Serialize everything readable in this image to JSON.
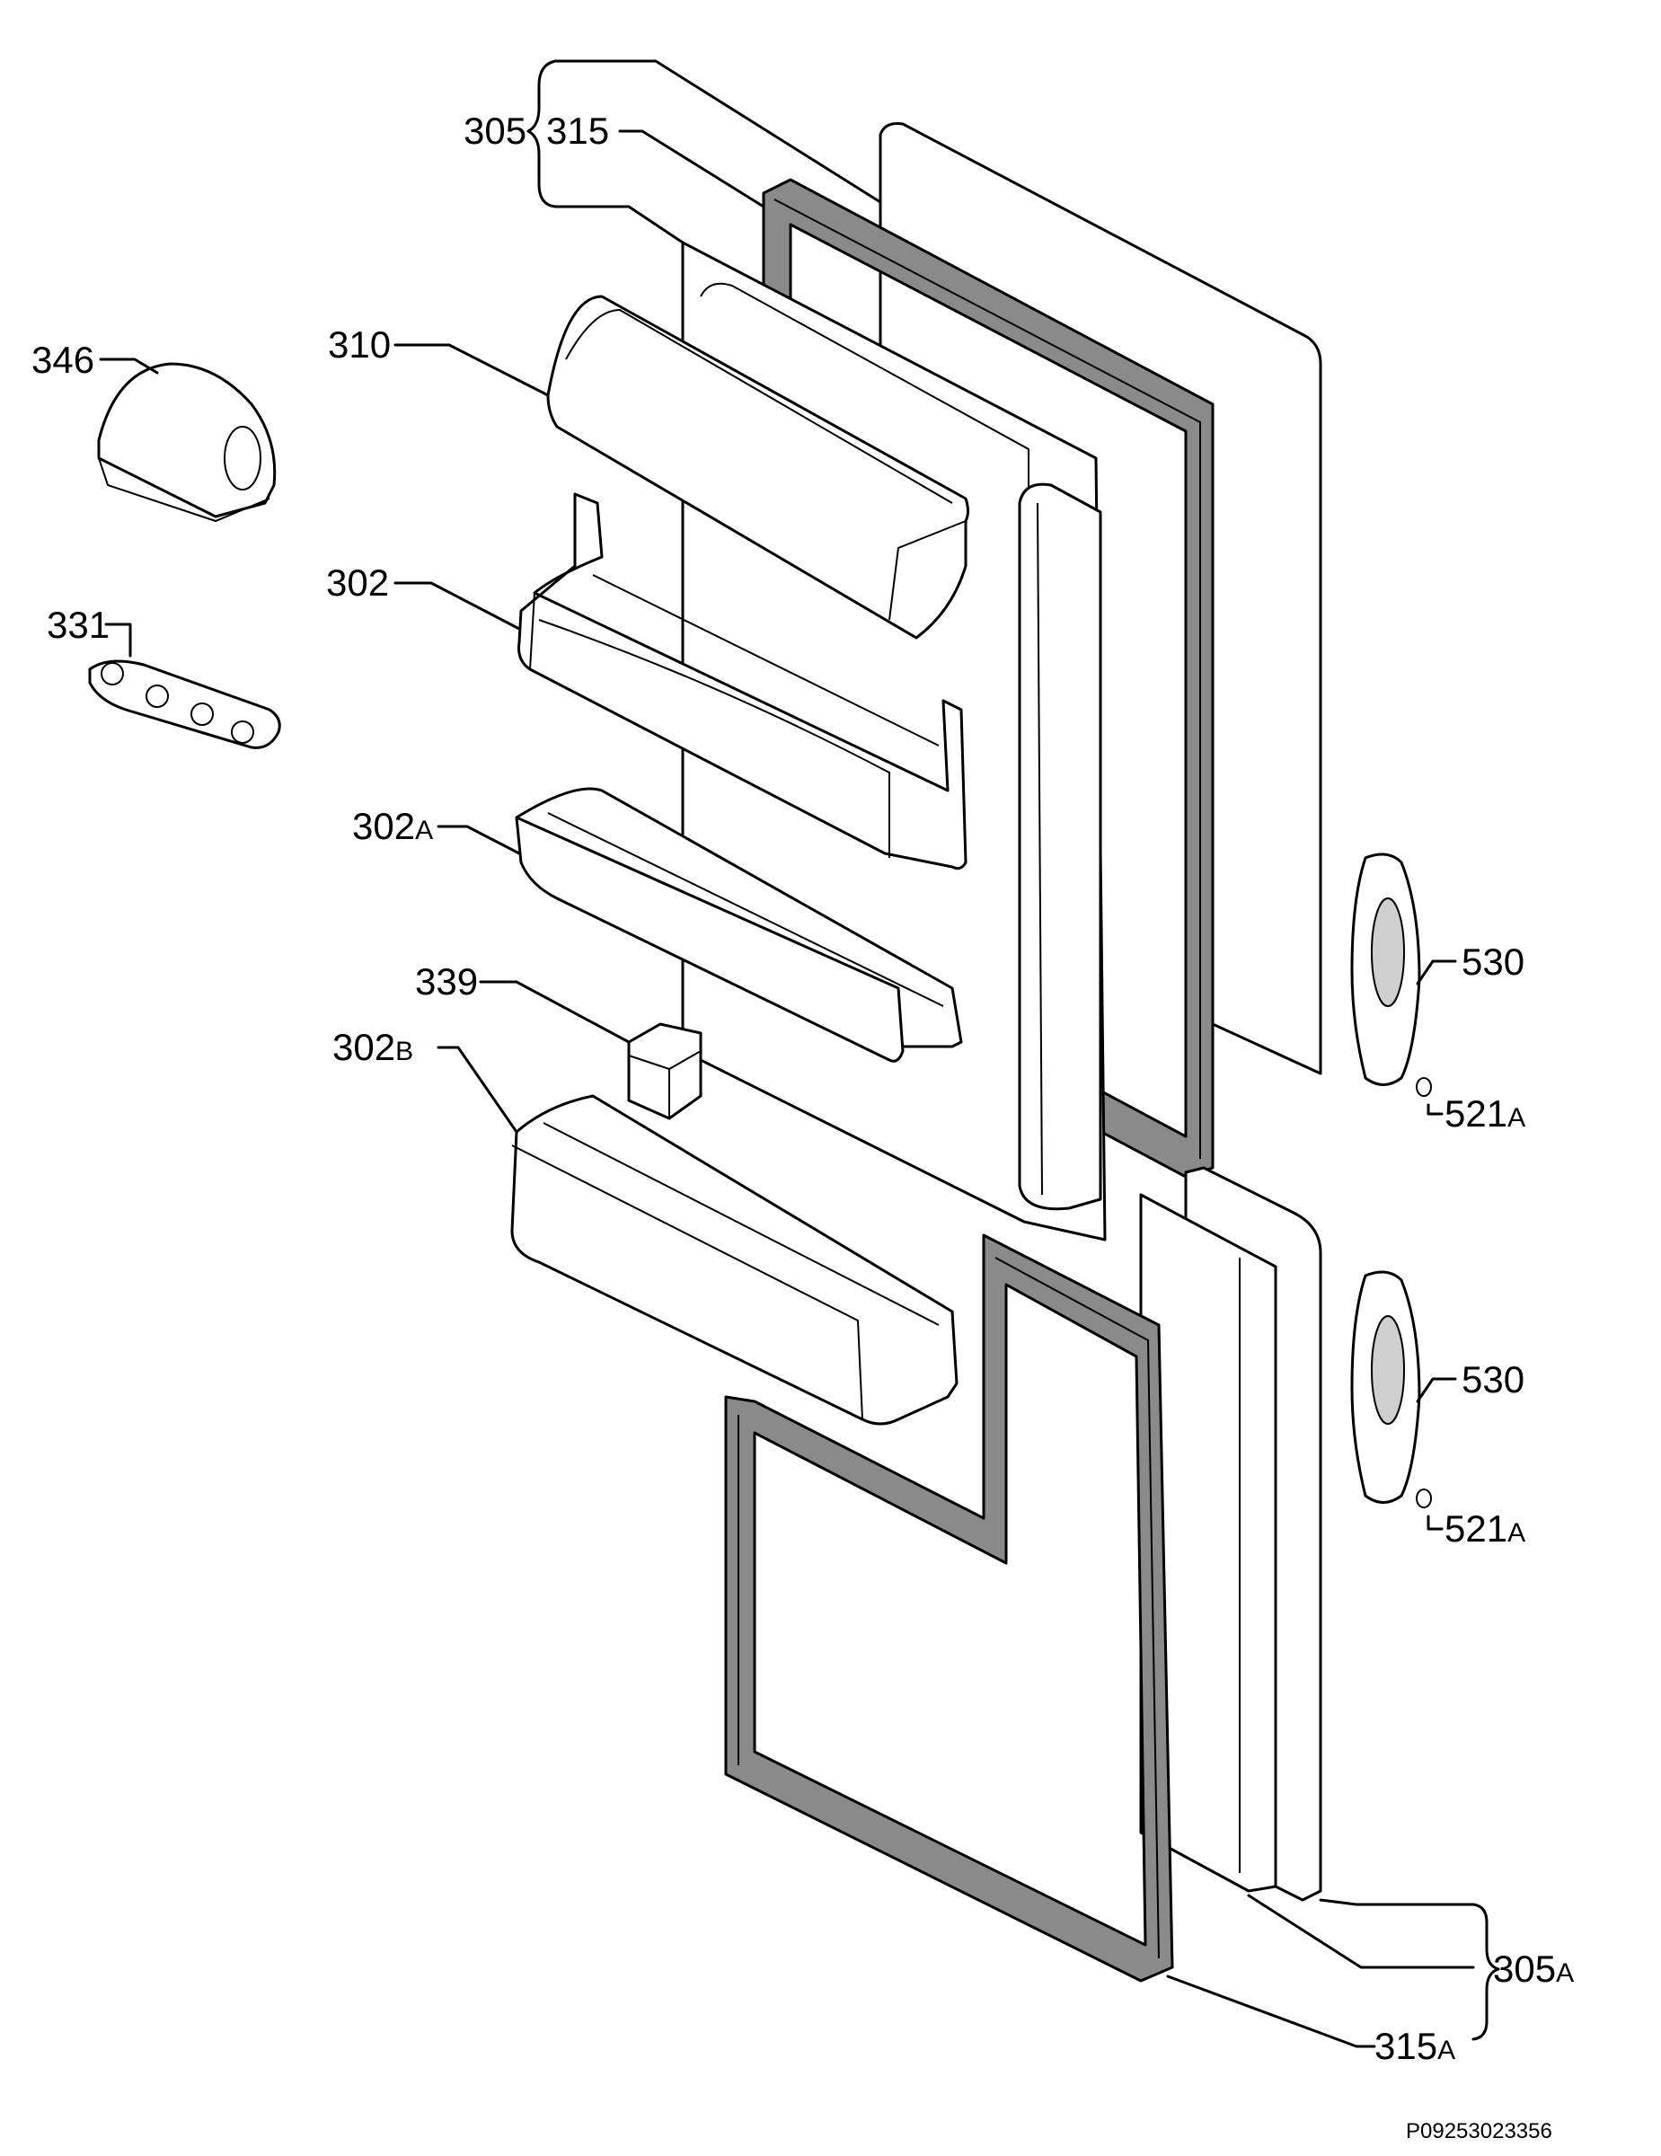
{
  "labels": {
    "l305": "305",
    "l315": "315",
    "l346": "346",
    "l310": "310",
    "l302": "302",
    "l331": "331",
    "l302A": "302",
    "l302A_sub": "A",
    "l339": "339",
    "l302B": "302",
    "l302B_sub": "B",
    "l530a": "530",
    "l521Aa": "521",
    "l521Aa_sub": "A",
    "l530b": "530",
    "l521Ab": "521",
    "l521Ab_sub": "A",
    "l305A": "305",
    "l305A_sub": "A",
    "l315A": "315",
    "l315A_sub": "A"
  },
  "drawing_code": "P09253023356"
}
